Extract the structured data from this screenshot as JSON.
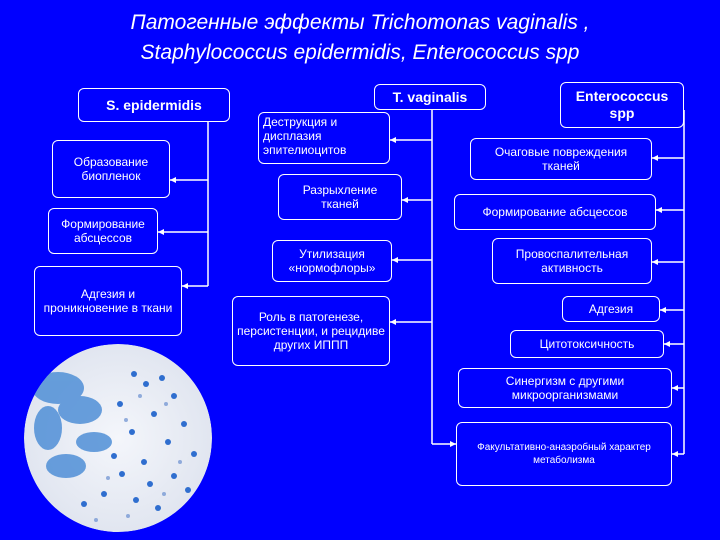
{
  "title": {
    "line1": "Патогенные эффекты  Trichomonas vaginalis ,",
    "line2": "Staphylococcus epidermidis, Enterococcus spp"
  },
  "columns": {
    "staph": {
      "header": "S. epidermidis",
      "items": [
        "Образование биопленок",
        "Формирование абсцессов",
        "Адгезия и проникновение в ткани"
      ]
    },
    "trich": {
      "header": "T. vaginalis",
      "items": [
        "Деструкция и дисплазия эпителиоцитов",
        "Разрыхление тканей",
        "Утилизация «нормофлоры»",
        "Роль в патогенезе, персистенции, и рецидиве других ИППП"
      ]
    },
    "entero": {
      "header": "Enterococcus spp",
      "items": [
        "Очаговые повреждения тканей",
        "Формирование абсцессов",
        "Провоспалительная активность",
        "Адгезия",
        "Цитотоксичность",
        "Синергизм с другими микроорганизмами",
        "Факультативно-анаэробный характер метаболизма"
      ]
    }
  },
  "image": {
    "description_icon": "microscopy-smear-image"
  },
  "colors": {
    "background": "#0000ff",
    "text": "#ffffff",
    "lines": "#ffffff"
  }
}
